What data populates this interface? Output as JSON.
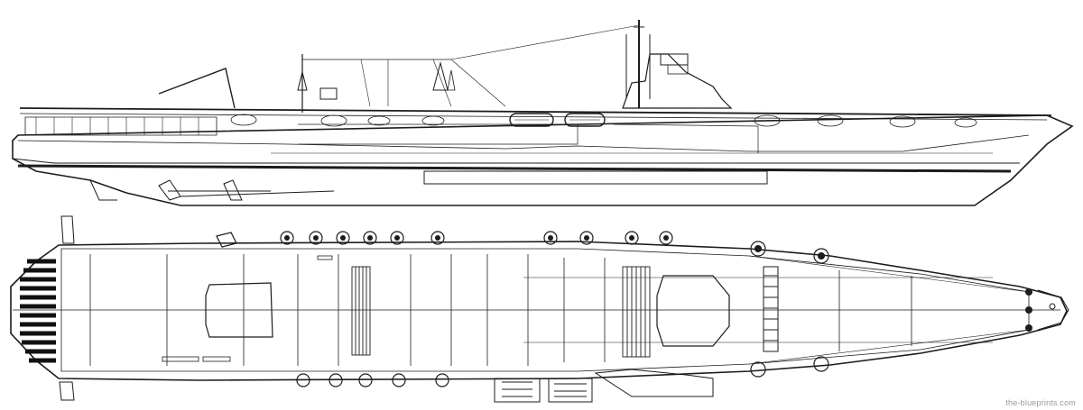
{
  "watermark": "the-blueprints.com",
  "views": [
    "side-profile",
    "top-plan"
  ],
  "colors": {
    "line": "#1c1c1c",
    "paper": "#ffffff",
    "mid_gray": "#8a8a8a"
  }
}
